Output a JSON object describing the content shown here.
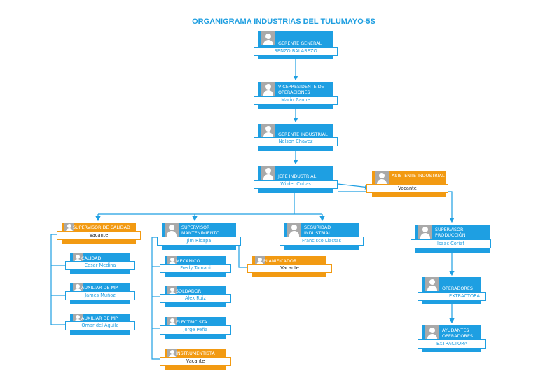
{
  "title": "ORGANIGRAMA INDUSTRIAS DEL TULUMAYO-5S",
  "colors": {
    "blue": "#1e9fe2",
    "orange": "#f29a12"
  },
  "icons": {
    "avatar": "person-placeholder-icon"
  },
  "cards": [
    {
      "role": "GERENTE GENERAL",
      "name": "RENZO BALAREZO",
      "status": "filled"
    },
    {
      "role": "VICEPRESIDENTE DE OPERACIONES",
      "name": "Mario Zanne",
      "status": "filled"
    },
    {
      "role": "GERENTE INDUSTRIAL",
      "name": "Nelson Chavez",
      "status": "filled"
    },
    {
      "role": "JEFE INDUSTRIAL",
      "name": "Wilder Cubas",
      "status": "filled"
    },
    {
      "role": "ASISTENTE INDUSTRIAL",
      "name": "Vacante",
      "status": "vacant"
    },
    {
      "role": "SUPERVISOR DE CALIDAD",
      "name": "Vacante",
      "status": "vacant"
    },
    {
      "role": "SUPERVISOR MANTENIMIENTO",
      "name": "Jim Ricapa",
      "status": "filled"
    },
    {
      "role": "SEGURIDAD INDUSTRIAL",
      "name": "Francisco Llactas",
      "status": "filled"
    },
    {
      "role": "SUPERVISOR PRODUCCIÓN",
      "name": "Isaac Coriat",
      "status": "filled"
    },
    {
      "role": "CALIDAD",
      "name": "Cesar Medina",
      "status": "filled"
    },
    {
      "role": "AUXILIAR DE MP",
      "name": "James Muñoz",
      "status": "filled"
    },
    {
      "role": "AUXILIAR DE MP",
      "name": "Omar del Aguila",
      "status": "filled"
    },
    {
      "role": "MECANICO",
      "name": "Fredy Tamani",
      "status": "filled"
    },
    {
      "role": "SOLDADOR",
      "name": "Alex Ruiz",
      "status": "filled"
    },
    {
      "role": "ELECTRICISTA",
      "name": "Jorge Peña",
      "status": "filled"
    },
    {
      "role": "INSTRUMENTISTA",
      "name": "Vacante",
      "status": "vacant"
    },
    {
      "role": "PLANIFICADOR",
      "name": "Vacante",
      "status": "vacant"
    },
    {
      "role": "OPERADORES",
      "name": "EXTRACTORA",
      "status": "filled"
    },
    {
      "role": "AYUDANTES OPERADORES",
      "name": "EXTRACTORA",
      "status": "filled"
    }
  ]
}
